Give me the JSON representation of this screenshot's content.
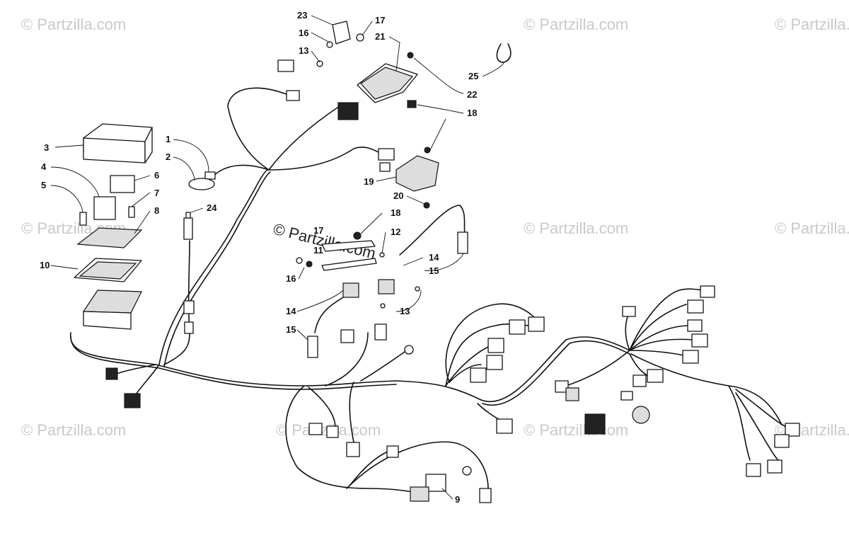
{
  "watermark": {
    "text": "© Partzilla.com",
    "center_text": "© Partzilla.com"
  },
  "callouts": {
    "c1": "1",
    "c2": "2",
    "c3": "3",
    "c4": "4",
    "c5": "5",
    "c6": "6",
    "c7": "7",
    "c8": "8",
    "c9": "9",
    "c10": "10",
    "c11": "11",
    "c12": "12",
    "c13a": "13",
    "c13b": "13",
    "c14a": "14",
    "c14b": "14",
    "c15a": "15",
    "c15b": "15",
    "c16a": "16",
    "c16b": "16",
    "c17a": "17",
    "c17b": "17",
    "c18a": "18",
    "c18b": "18",
    "c19": "19",
    "c20": "20",
    "c21": "21",
    "c22": "22",
    "c23": "23",
    "c24": "24",
    "c25": "25"
  }
}
